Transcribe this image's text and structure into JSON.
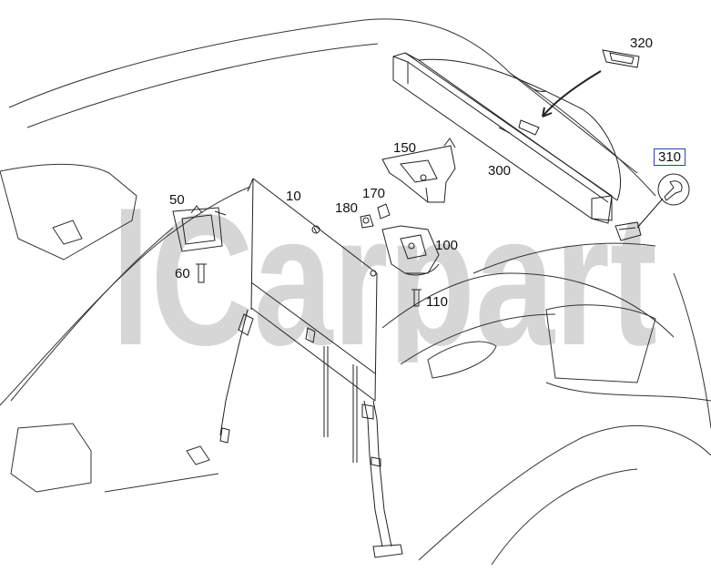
{
  "watermark": {
    "text": "lCarpart",
    "color": "#c8c8c8"
  },
  "callouts": {
    "c10": "10",
    "c50": "50",
    "c60": "60",
    "c100": "100",
    "c110": "110",
    "c150": "150",
    "c170": "170",
    "c180": "180",
    "c300": "300",
    "c310": "310",
    "c320": "320"
  },
  "colors": {
    "line": "#222222",
    "highlight_box": "#2f3fb0"
  }
}
